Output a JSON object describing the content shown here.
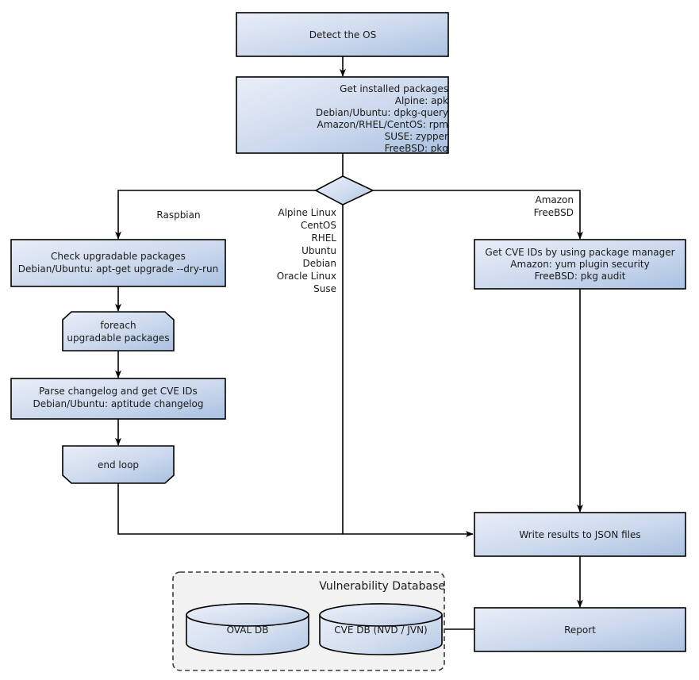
{
  "diagram": {
    "title": "Vulnerability scanning flowchart",
    "colors": {
      "box_fill_start": "#e9edf8",
      "box_fill_end": "#a9c1e1",
      "outline": "#000000",
      "group_fill": "#f2f2f2",
      "group_border": "#3a3a3a",
      "text": "#1a1a1a"
    },
    "nodes": {
      "detect_os": {
        "label": "Detect the OS"
      },
      "get_installed_packages": {
        "lines": [
          "Get installed packages",
          "Alpine: apk",
          "Debian/Ubuntu: dpkg-query",
          "Amazon/RHEL/CentOS: rpm",
          "SUSE: zypper",
          "FreeBSD: pkg"
        ]
      },
      "os_decision": {
        "label": ""
      },
      "check_upgradable": {
        "lines": [
          "Check upgradable packages",
          "Debian/Ubuntu: apt-get upgrade --dry-run"
        ]
      },
      "foreach_loop": {
        "lines": [
          "foreach",
          "upgradable  packages"
        ]
      },
      "parse_changelog": {
        "lines": [
          "Parse changelog and get  CVE IDs",
          "Debian/Ubuntu: aptitude changelog"
        ]
      },
      "end_loop": {
        "label": "end loop"
      },
      "get_cve_ids": {
        "lines": [
          "Get CVE IDs by using package manager",
          "Amazon: yum plugin security",
          "FreeBSD: pkg audit"
        ]
      },
      "write_results": {
        "label": "Write results to JSON files"
      },
      "report": {
        "label": "Report"
      }
    },
    "edge_labels": {
      "raspbian": {
        "lines": [
          "Raspbian"
        ]
      },
      "middle_distros": {
        "lines": [
          "Alpine Linux",
          "CentOS",
          "RHEL",
          "Ubuntu",
          "Debian",
          "Oracle Linux",
          "Suse"
        ]
      },
      "amazon_freebsd": {
        "lines": [
          "Amazon",
          "FreeBSD"
        ]
      }
    },
    "group": {
      "title": "Vulnerability Database",
      "databases": [
        {
          "label": "OVAL DB"
        },
        {
          "label": "CVE DB (NVD / JVN)"
        }
      ]
    }
  }
}
